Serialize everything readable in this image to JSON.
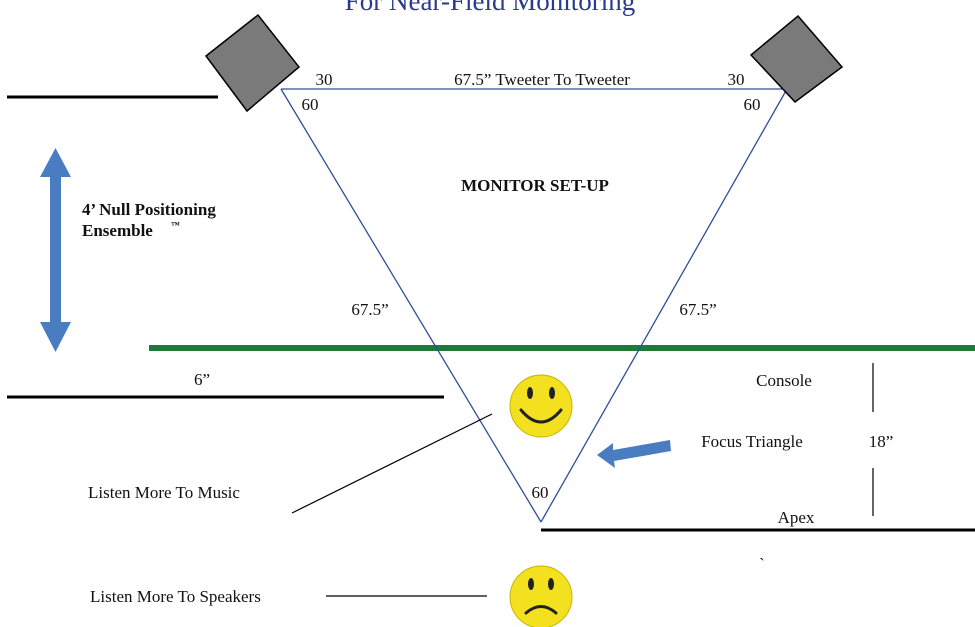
{
  "title": "For Near-Field Monitoring",
  "colors": {
    "title": "#2b3a8f",
    "triangle": "#2f4f9a",
    "speaker": "#7a7a7a",
    "console_line": "#1d7a3a",
    "arrow": "#4a7cc2",
    "smiley": "#f3e01f"
  },
  "triangle": {
    "top_label": "67.5” Tweeter To Tweeter",
    "left_side": "67.5”",
    "right_side": "67.5”",
    "angle_top_left_outer": "30",
    "angle_top_left_inner": "60",
    "angle_top_right_outer": "30",
    "angle_top_right_inner": "60",
    "angle_apex": "60"
  },
  "center_label": "MONITOR SET-UP",
  "null_positioning": {
    "line1": "4’ Null Positioning",
    "line2": "Ensemble",
    "mark": "™"
  },
  "labels": {
    "six_inch": "6”",
    "console": "Console",
    "focus": "Focus Triangle",
    "eighteen": "18”",
    "apex": "Apex",
    "tick": "`",
    "music": "Listen More To Music",
    "speakers": "Listen More To Speakers"
  },
  "icons": {
    "speaker_left": "speaker-icon",
    "speaker_right": "speaker-icon",
    "happy": "smiley-happy-icon",
    "sad": "smiley-sad-icon",
    "double_arrow": "double-arrow-vertical-icon",
    "focus_arrow": "arrow-left-icon"
  }
}
